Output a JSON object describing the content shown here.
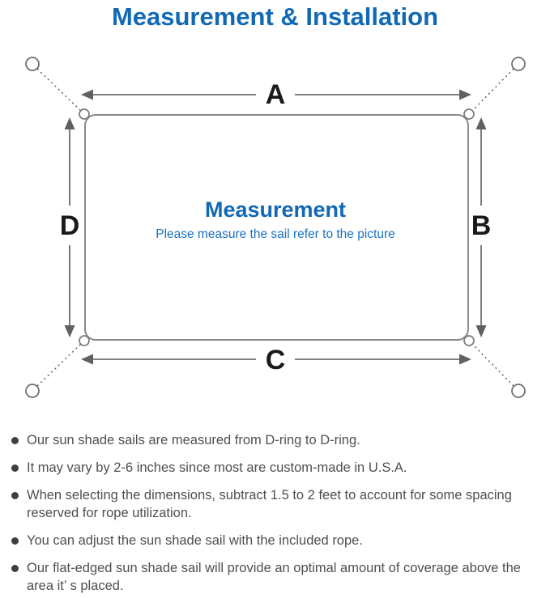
{
  "page": {
    "title": "Measurement & Installation"
  },
  "diagram": {
    "center_title": "Measurement",
    "center_subtitle": "Please measure the sail refer to the picture",
    "labels": {
      "top": "A",
      "right": "B",
      "bottom": "C",
      "left": "D"
    }
  },
  "notes": {
    "items": [
      "Our sun shade sails are measured from D-ring to D-ring.",
      "It may vary by 2-6 inches since most are custom-made in U.S.A.",
      "When selecting the dimensions, subtract 1.5 to 2 feet to account for some spacing reserved for rope utilization.",
      "You can adjust the sun shade sail with the included rope.",
      "Our flat-edged sun shade sail will provide an optimal amount of coverage above the area it’ s placed."
    ]
  },
  "colors": {
    "accent_blue": "#1169b4",
    "subtitle_blue": "#1a72c2",
    "line_gray": "#8a8a8a",
    "arrow_gray": "#606060",
    "label_black": "#1a1a1a",
    "note_gray": "#4f4f4f"
  }
}
